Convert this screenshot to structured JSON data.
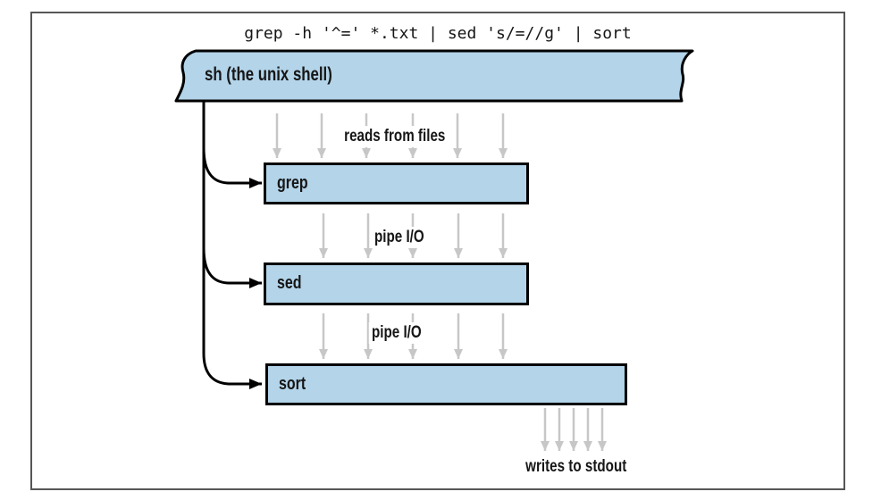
{
  "figure": {
    "command": "grep -h '^=' *.txt | sed 's/=//g' | sort",
    "shell_label": "sh (the unix shell)",
    "processes": [
      {
        "name": "grep"
      },
      {
        "name": "sed"
      },
      {
        "name": "sort"
      }
    ],
    "flows": {
      "input": "reads from files",
      "pipe_grep_sed": "pipe I/O",
      "pipe_sed_sort": "pipe I/O",
      "output": "writes to stdout"
    }
  },
  "colors": {
    "process_fill": "#b3d4e9",
    "process_stroke": "#000000",
    "connector": "#000000",
    "flow_arrow": "#c7c7c7",
    "frame_border": "#565656"
  }
}
